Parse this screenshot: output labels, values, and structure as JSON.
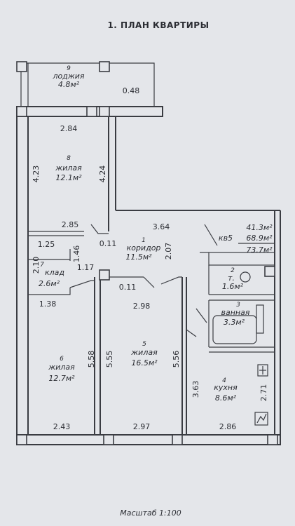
{
  "title": "1. ПЛАН КВАРТИРЫ",
  "scale": "Масштаб  1:100",
  "colors": {
    "background": "#e4e6ea",
    "ink": "#3a3c42"
  },
  "rooms": [
    {
      "id": "loggia",
      "number": "9",
      "name": "лоджия",
      "area": "4.8м²"
    },
    {
      "id": "bedroom-8",
      "number": "8",
      "name": "жилая",
      "area": "12.1м²"
    },
    {
      "id": "corridor",
      "number": "1",
      "name": "коридор",
      "area": "11.5м²"
    },
    {
      "id": "storage",
      "number": "7",
      "name": "клад",
      "area": "2.6м²"
    },
    {
      "id": "wc",
      "number": "2",
      "name": "т.",
      "area": "1.6м²"
    },
    {
      "id": "bath",
      "number": "3",
      "name": "ванная",
      "area": "3.3м²"
    },
    {
      "id": "bedroom-6",
      "number": "6",
      "name": "жилая",
      "area": "12.7м²"
    },
    {
      "id": "living-5",
      "number": "5",
      "name": "жилая",
      "area": "16.5м²"
    },
    {
      "id": "kitchen",
      "number": "4",
      "name": "кухня",
      "area": "8.6м²"
    }
  ],
  "totals": {
    "living": "41.3м²",
    "apartment_label": "кв5",
    "total": "68.9м²",
    "gross": "73.7м²"
  },
  "dimensions": [
    "0.48",
    "2.84",
    "4.23",
    "4.24",
    "2.85",
    "3.64",
    "0.11",
    "2.07",
    "1.25",
    "1.46",
    "2.10",
    "1.17",
    "1.38",
    "0.11",
    "2.98",
    "5.58",
    "5.55",
    "5.56",
    "3.63",
    "2.71",
    "2.43",
    "2.97",
    "2.86"
  ]
}
